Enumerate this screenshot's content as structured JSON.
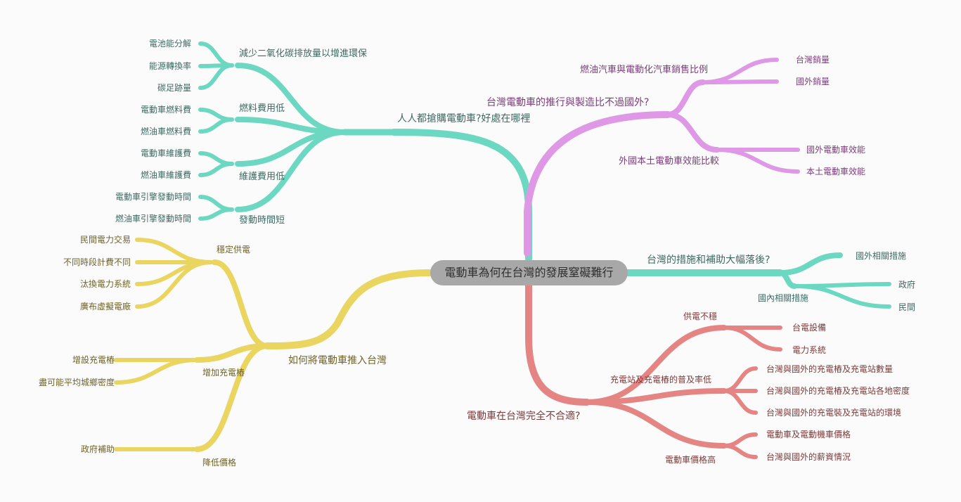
{
  "center": "電動車為何在台灣的發展窒礙難行",
  "colors": {
    "teal": "#6dd8c2",
    "purple": "#de98e6",
    "red": "#e58583",
    "yellow": "#e9d560",
    "center": "#a8a8a8"
  },
  "branches": {
    "benefits": {
      "label": "人人都搶購電動車?好處在哪裡",
      "subs": [
        {
          "label": "減少二氧化碳排放量以增進環保",
          "leaves": [
            "電池能分解",
            "能源轉換率",
            "碳足跡量"
          ]
        },
        {
          "label": "燃料費用低",
          "leaves": [
            "電動車燃料費",
            "燃油車燃料費"
          ]
        },
        {
          "label": "維護費用低",
          "leaves": [
            "電動車維護費",
            "燃油車維護費"
          ]
        },
        {
          "label": "發動時間短",
          "leaves": [
            "電動車引擎發動時間",
            "燃油車引擎發動時間"
          ]
        }
      ]
    },
    "foreign": {
      "label": "台灣電動車的推行與製造比不過國外?",
      "subs": [
        {
          "label": "燃油汽車與電動化汽車銷售比例",
          "leaves": [
            "台灣銷量",
            "國外銷量"
          ]
        },
        {
          "label": "外國本土電動車效能比較",
          "leaves": [
            "國外電動車效能",
            "本土電動車效能"
          ]
        }
      ]
    },
    "subsidy": {
      "label": "台灣的措施和補助大幅落後?",
      "subs": [
        {
          "label": "國外相關措施",
          "leaves": []
        },
        {
          "label": "國內相關措施",
          "leaves": [
            "政府",
            "民間"
          ]
        }
      ]
    },
    "unsuitable": {
      "label": "電動車在台灣完全不合適?",
      "subs": [
        {
          "label": "供電不穩",
          "leaves": [
            "台電設備",
            "電力系統"
          ]
        },
        {
          "label": "充電站及充電樁的普及率低",
          "leaves": [
            "台灣與國外的充電樁及充電站數量",
            "台灣與國外的充電樁及充電站各地密度",
            "台灣與國外的充電裝及充電站的環境"
          ]
        },
        {
          "label": "電動車價格高",
          "leaves": [
            "電動車及電動機車價格",
            "台灣與國外的薪資情況"
          ]
        }
      ]
    },
    "promote": {
      "label": "如何將電動車推入台灣",
      "subs": [
        {
          "label": "穩定供電",
          "leaves": [
            "民間電力交易",
            "不同時段計費不同",
            "汰換電力系統",
            "廣布虛擬電廠"
          ]
        },
        {
          "label": "增加充電樁",
          "leaves": [
            "增設充電樁",
            "盡可能平均城鄉密度"
          ]
        },
        {
          "label": "降低價格",
          "leaves": [
            "政府補助"
          ]
        }
      ]
    }
  }
}
